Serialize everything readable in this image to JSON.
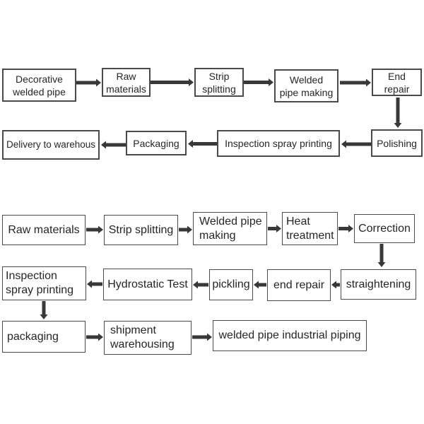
{
  "diagram": {
    "background": "#ffffff",
    "box_border_color": "#4a4a4a",
    "box_fill_color": "#ffffff",
    "text_color": "#262626",
    "arrow_color": "#383838",
    "charts": [
      {
        "id": "decorative-welded-pipe-process",
        "boxes": [
          {
            "id": "decorative-welded-pipe",
            "label": "Decorative\nwelded pipe"
          },
          {
            "id": "raw-materials",
            "label": "Raw\nmaterials"
          },
          {
            "id": "strip-splitting",
            "label": "Strip\nsplitting"
          },
          {
            "id": "welded-pipe-making",
            "label": "Welded\npipe making"
          },
          {
            "id": "end-repair",
            "label": "End\nrepair"
          },
          {
            "id": "polishing",
            "label": "Polishing"
          },
          {
            "id": "inspection-spray-printing",
            "label": "Inspection spray printing"
          },
          {
            "id": "packaging",
            "label": "Packaging"
          },
          {
            "id": "delivery-to-warehouse",
            "label": "Delivery to warehous"
          }
        ]
      },
      {
        "id": "industrial-welded-pipe-process",
        "boxes": [
          {
            "id": "raw-materials",
            "label": "Raw materials"
          },
          {
            "id": "strip-splitting",
            "label": "Strip splitting"
          },
          {
            "id": "welded-pipe-making",
            "label": "Welded pipe\nmaking"
          },
          {
            "id": "heat-treatment",
            "label": "Heat\ntreatment"
          },
          {
            "id": "correction",
            "label": "Correction"
          },
          {
            "id": "straightening",
            "label": "straightening"
          },
          {
            "id": "end-repair",
            "label": "end repair"
          },
          {
            "id": "pickling",
            "label": "pickling"
          },
          {
            "id": "hydrostatic-test",
            "label": "Hydrostatic Test"
          },
          {
            "id": "inspection-spray-printing",
            "label": "Inspection\nspray printing"
          },
          {
            "id": "packaging",
            "label": "packaging"
          },
          {
            "id": "shipment-warehousing",
            "label": "shipment\nwarehousing"
          },
          {
            "id": "welded-pipe-industrial-piping",
            "label": "welded pipe industrial piping"
          }
        ]
      }
    ]
  }
}
